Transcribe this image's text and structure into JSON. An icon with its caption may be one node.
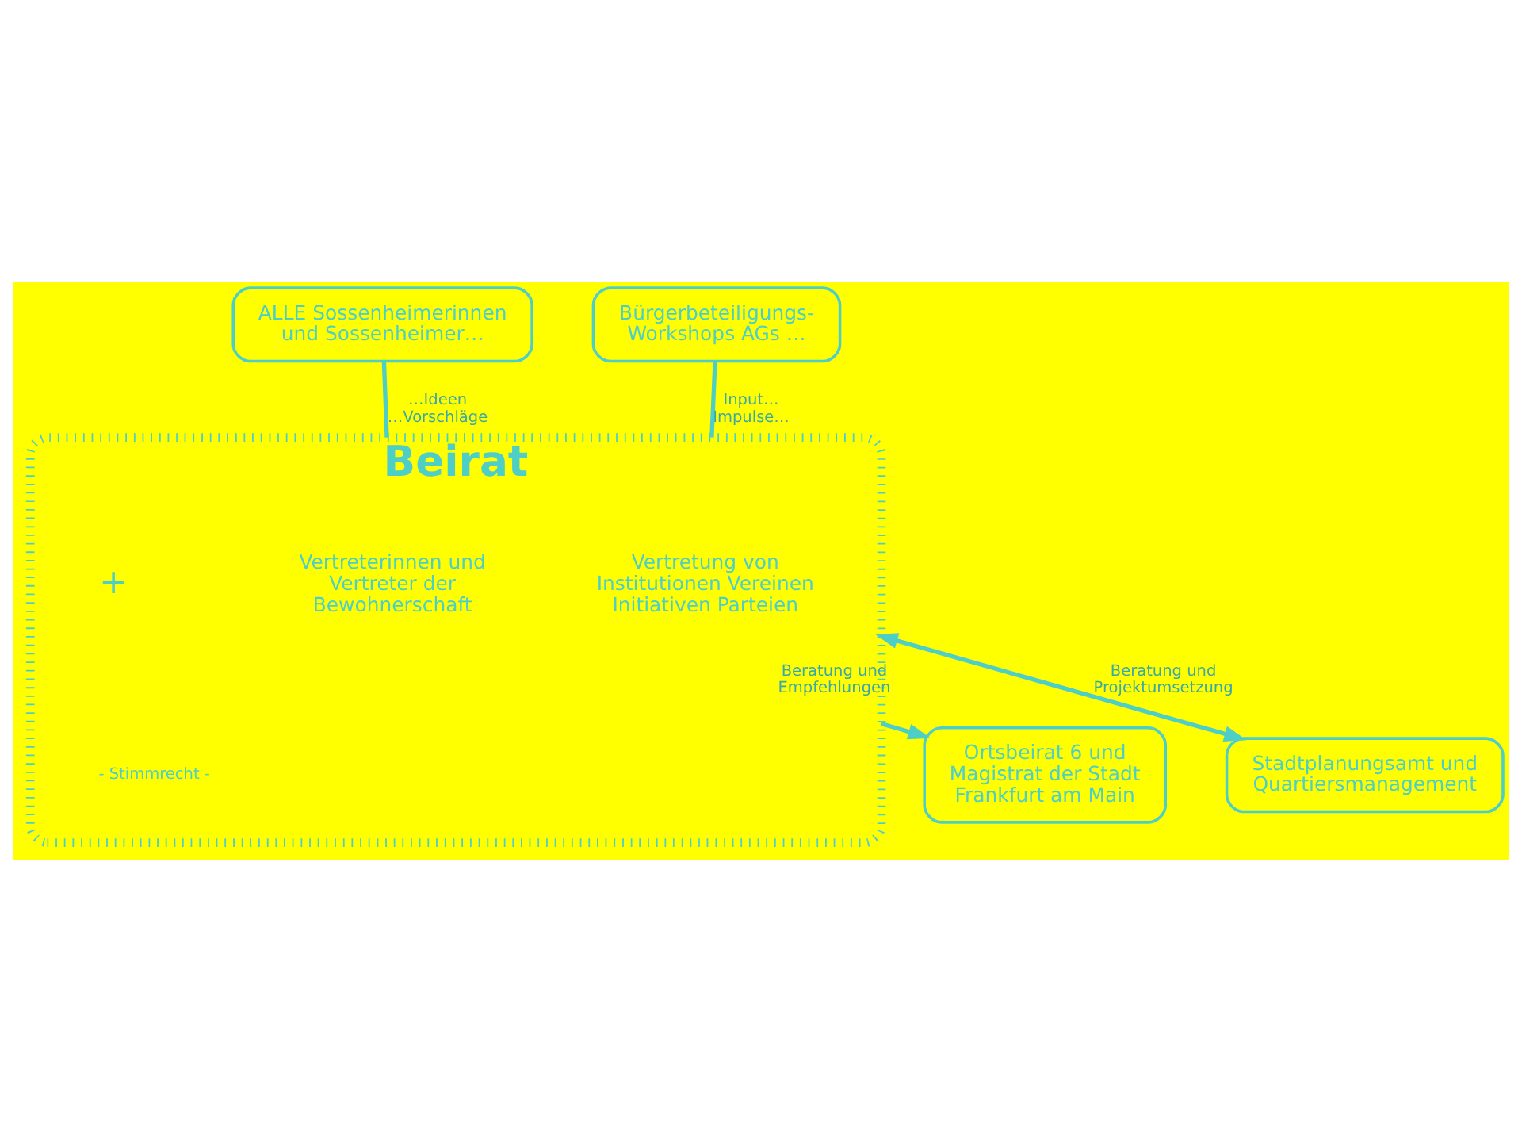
{
  "diagram": {
    "nodes": [
      {
        "text": [
          "ALLE Sossenheimerinnen und Sossenheimer…"
        ]
      },
      {
        "text": [
          "Bürgerbeteiligungs- Workshops AGs …"
        ]
      },
      {
        "text": [
          "Beirat"
        ]
      },
      {
        "text": [
          "Vertreterinnen und Vertreter der Bewohnerschaft"
        ],
        "in": 2
      },
      {
        "text": [
          "Vertretung von Institutionen Vereinen Initiativen Parteien"
        ],
        "in": 2
      },
      {
        "text": [
          "Ortsbeirat 6 und Magistrat der Stadt Frankfurt am Main"
        ]
      },
      {
        "text": [
          "Stadtplanungsamt und Quartiersmanagement"
        ]
      }
    ],
    "edges": [
      {
        "from": 0,
        "to": 2,
        "arrow": "none",
        "label": "…Ideen …Vorschläge"
      },
      {
        "from": 1,
        "to": 2,
        "arrow": "none",
        "label": "Input… Impulse…"
      },
      {
        "from": 2,
        "to": 5,
        "arrow": "to",
        "label": "Beratung und Empfehlungen"
      },
      {
        "from": 2,
        "to": 6,
        "arrow": "both",
        "label": "Beratung und Projektumsetzung"
      }
    ],
    "labels": [
      "+",
      "- Stimmrecht -"
    ]
  }
}
